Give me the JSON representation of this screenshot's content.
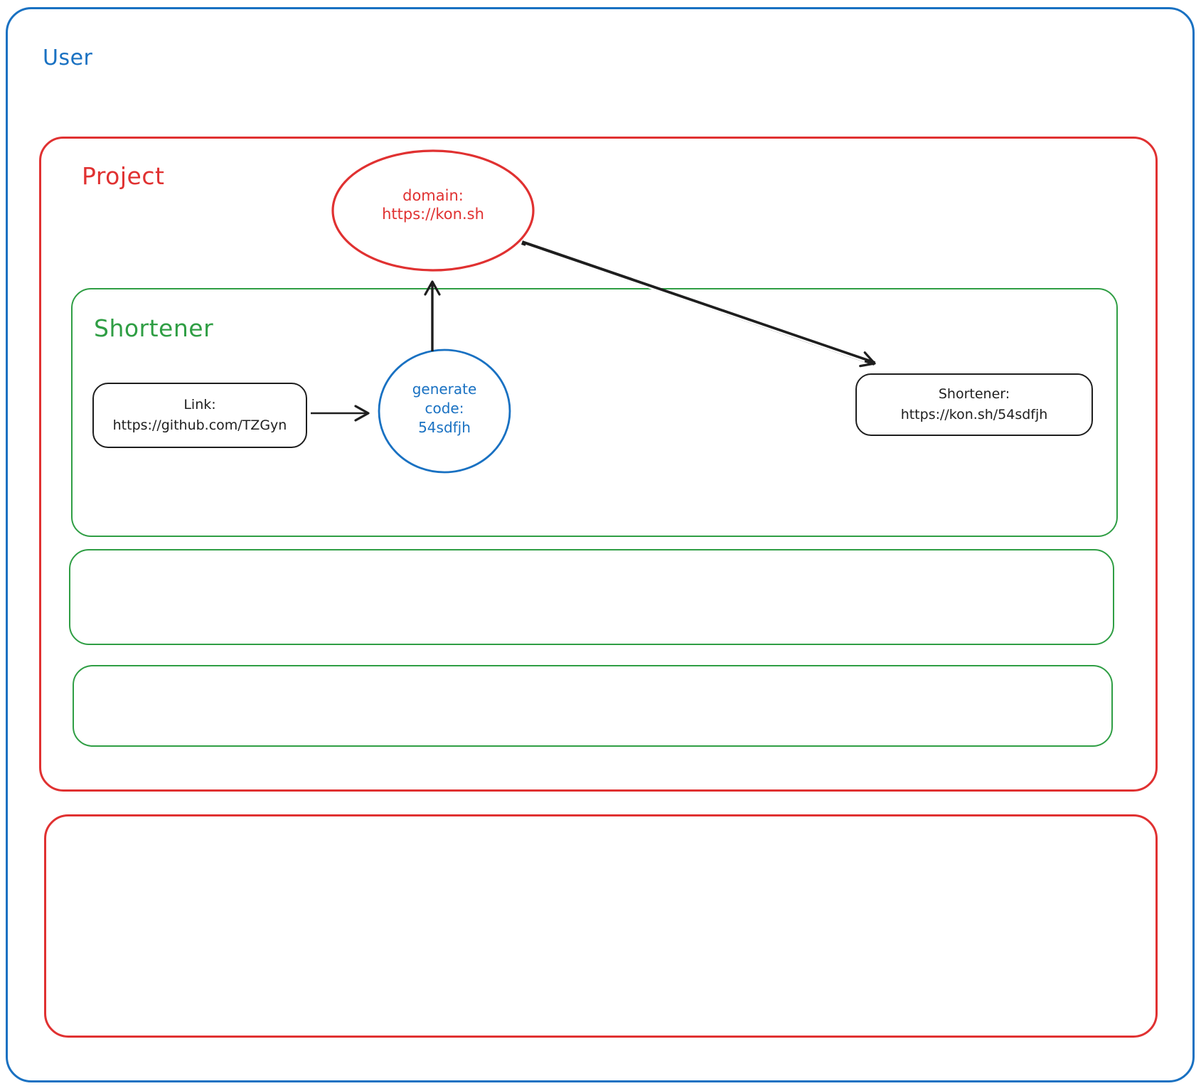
{
  "diagram": {
    "user_label": "User",
    "project_label": "Project",
    "shortener_label": "Shortener",
    "link_node": {
      "title": "Link:",
      "url": "https://github.com/TZGyn"
    },
    "generate_node": {
      "line1": "generate",
      "line2": "code:",
      "line3": "54sdfjh"
    },
    "domain_node": {
      "title": "domain:",
      "url": "https://kon.sh"
    },
    "result_node": {
      "title": "Shortener:",
      "url": "https://kon.sh/54sdfjh"
    }
  },
  "colors": {
    "user_stroke": "#1971c2",
    "project_stroke": "#e03131",
    "shortener_stroke": "#2f9e44",
    "node_stroke": "#1e1e1e",
    "generate_circle_stroke": "#1971c2",
    "domain_ellipse_stroke": "#e03131",
    "arrow_stroke": "#1e1e1e",
    "background": "#ffffff"
  }
}
